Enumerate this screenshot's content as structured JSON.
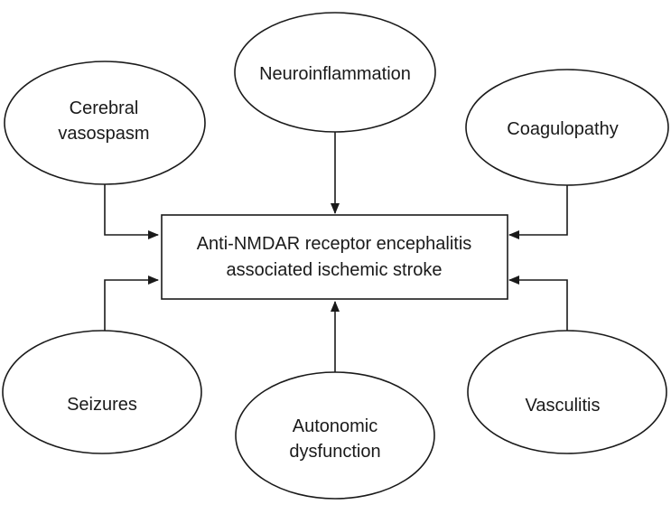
{
  "diagram": {
    "center": {
      "lines": [
        "Anti-NMDAR receptor encephalitis",
        "associated ischemic stroke"
      ]
    },
    "causes": {
      "cerebral_vasospasm": {
        "lines": [
          "Cerebral",
          "vasospasm"
        ]
      },
      "neuroinflammation": {
        "lines": [
          "Neuroinflammation"
        ]
      },
      "coagulopathy": {
        "lines": [
          "Coagulopathy"
        ]
      },
      "seizures": {
        "lines": [
          "Seizures"
        ]
      },
      "autonomic_dysfunction": {
        "lines": [
          "Autonomic",
          "dysfunction"
        ]
      },
      "vasculitis": {
        "lines": [
          "Vasculitis"
        ]
      }
    }
  },
  "colors": {
    "stroke": "#1a1a1a",
    "background": "#ffffff"
  }
}
